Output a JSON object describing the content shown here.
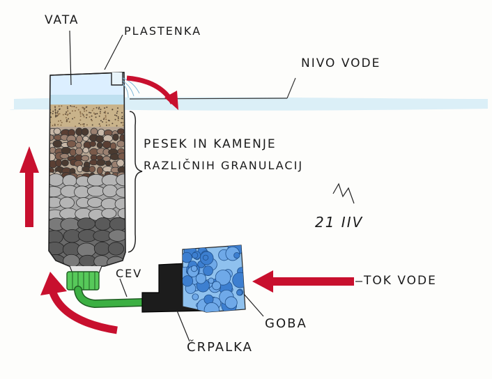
{
  "labels": {
    "cotton": "VATA",
    "bottle": "PLASTENKA",
    "water_level": "NIVO VODE",
    "filter_line1": "PESEK IN KAMENJE",
    "filter_line2": "RAZLIČNIH GRANULACIJ",
    "tube": "CEV",
    "flow": "TOK VODE",
    "sponge": "GOBA",
    "pump": "ČRPALKA"
  },
  "signature": "21 ΙΙV",
  "colors": {
    "arrow": "#c8102e",
    "water": "#cfe9f5",
    "sponge": "#4a90d9",
    "pump": "#1c1c1c",
    "tube": "#3cb043",
    "cap": "#57c95a",
    "sand": "#c9b38a",
    "stones": "#9a9a9a",
    "dark_stones": "#5a5a5a"
  }
}
